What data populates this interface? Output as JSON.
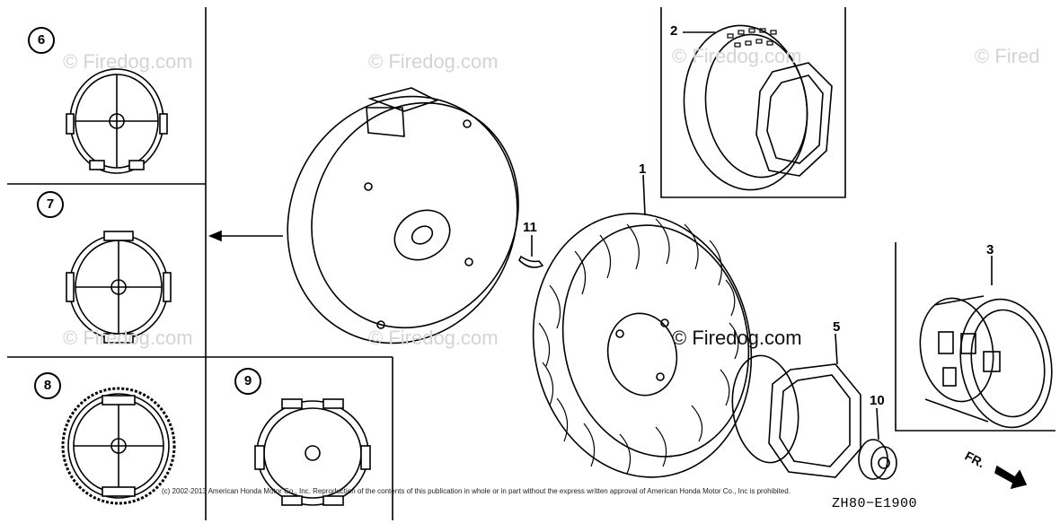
{
  "watermark": "© Firedog.com",
  "watermark_short": "© Fired",
  "callouts": {
    "p1": "1",
    "p2": "2",
    "p3": "3",
    "p5": "5",
    "p10": "10",
    "p11": "11",
    "p6": "6",
    "p7": "7",
    "p8": "8",
    "p9": "9"
  },
  "copyright": "(c) 2002-2013 American Honda Motor Co., Inc. Reproduction of the contents of this publication in whole or in part without the express written approval of American Honda Motor Co., Inc is prohibited.",
  "diagram_code": "ZH80−E1900",
  "front_marker": "FR."
}
